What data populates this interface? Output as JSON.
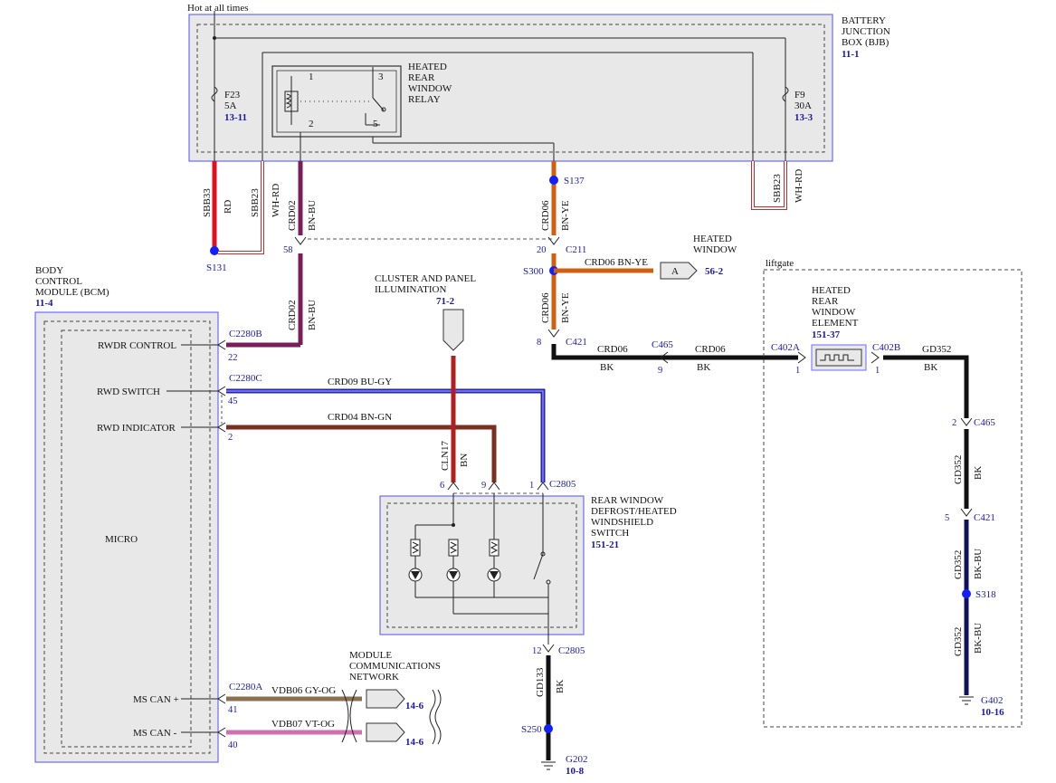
{
  "top_note": "Hot at all times",
  "bjb": {
    "name": [
      "BATTERY",
      "JUNCTION",
      "BOX (BJB)"
    ],
    "ref": "11-1"
  },
  "fuse_f23": {
    "name": "F23",
    "rating": "5A",
    "ref": "13-11"
  },
  "fuse_f9": {
    "name": "F9",
    "rating": "30A",
    "ref": "13-3"
  },
  "relay": {
    "name": [
      "HEATED",
      "REAR",
      "WINDOW",
      "RELAY"
    ],
    "pins": [
      "1",
      "2",
      "3",
      "5"
    ]
  },
  "bcm": {
    "name": [
      "BODY",
      "CONTROL",
      "MODULE (BCM)"
    ],
    "ref": "11-4",
    "inputs": [
      "RWDR CONTROL",
      "RWD SWITCH",
      "RWD INDICATOR",
      "MS CAN +",
      "MS CAN -"
    ],
    "micro": "MICRO"
  },
  "connectors": {
    "c2280b": "C2280B",
    "c2280c": "C2280C",
    "c2280a": "C2280A",
    "c211": "C211",
    "c421": "C421",
    "c465": "C465",
    "c402a": "C402A",
    "c402b": "C402B",
    "c2805": "C2805",
    "c465b": "C465",
    "c421b": "C421",
    "c2805b": "C2805"
  },
  "pins": {
    "p58": "58",
    "p22": "22",
    "p45": "45",
    "p2": "2",
    "p41": "41",
    "p40": "40",
    "p20": "20",
    "p8": "8",
    "p9": "9",
    "p1a": "1",
    "p1b": "1",
    "p2b": "2",
    "p5": "5",
    "p6": "6",
    "p9b": "9",
    "p1c": "1",
    "p12": "12"
  },
  "splices": {
    "s131": "S131",
    "s137": "S137",
    "s300": "S300",
    "s318": "S318",
    "s250": "S250"
  },
  "grounds": {
    "g202": "G202",
    "g202_ref": "10-8",
    "g402": "G402",
    "g402_ref": "10-16"
  },
  "wires": {
    "sbb33": "SBB33",
    "rd": "RD",
    "sbb23": "SBB23",
    "whrd": "WH-RD",
    "crd02": "CRD02",
    "bnbu": "BN-BU",
    "crd06": "CRD06",
    "bnye": "BN-YE",
    "crd09": "CRD09  BU-GY",
    "crd04": "CRD04  BN-GN",
    "cln17": "CLN17",
    "bn": "BN",
    "crd06_bk": "CRD06",
    "bk": "BK",
    "gd352": "GD352",
    "bkbu": "BK-BU",
    "gd133": "GD133",
    "vdb06": "VDB06  GY-OG",
    "vdb07": "VDB07  VT-OG",
    "crd06_bnye": "CRD06   BN-YE"
  },
  "heated_window": {
    "name": [
      "HEATED",
      "WINDOW"
    ],
    "ref": "56-2",
    "flag": "A"
  },
  "cluster": {
    "name": [
      "CLUSTER AND PANEL",
      "ILLUMINATION"
    ],
    "ref": "71-2"
  },
  "liftgate": "liftgate",
  "element": {
    "name": [
      "HEATED",
      "REAR",
      "WINDOW",
      "ELEMENT"
    ],
    "ref": "151-37"
  },
  "switch": {
    "name": [
      "REAR WINDOW",
      "DEFROST/HEATED",
      "WINDSHIELD",
      "SWITCH"
    ],
    "ref": "151-21"
  },
  "mcn": {
    "name": [
      "MODULE",
      "COMMUNICATIONS",
      "NETWORK"
    ],
    "ref1": "14-6",
    "ref2": "14-6"
  }
}
